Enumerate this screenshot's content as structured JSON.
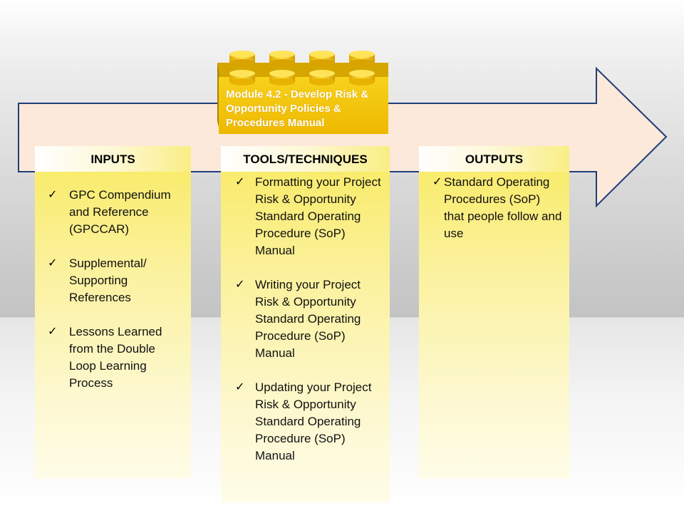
{
  "module": {
    "title": "Module 4.2 - Develop Risk & Opportunity Policies & Procedures Manual"
  },
  "columns": {
    "inputs": {
      "header": "INPUTS",
      "items": [
        "GPC  Compendium and Reference (GPCCAR)",
        "Supplemental/ Supporting References",
        "Lessons Learned from the Double Loop Learning Process"
      ]
    },
    "tools": {
      "header": "TOOLS/TECHNIQUES",
      "items": [
        "Formatting your Project Risk & Opportunity Standard Operating Procedure (SoP) Manual",
        "Writing your Project Risk & Opportunity Standard Operating Procedure (SoP) Manual",
        "Updating your Project Risk & Opportunity Standard Operating Procedure (SoP) Manual"
      ]
    },
    "outputs": {
      "header": "OUTPUTS",
      "items": [
        "Standard Operating Procedures (SoP) that people follow and use"
      ]
    }
  },
  "check_glyph": "✓",
  "colors": {
    "arrow_fill": "#fde9d9",
    "arrow_stroke": "#1f3d7a",
    "brick_fill": "#f2c200",
    "column_fill": "#f8ea60"
  }
}
